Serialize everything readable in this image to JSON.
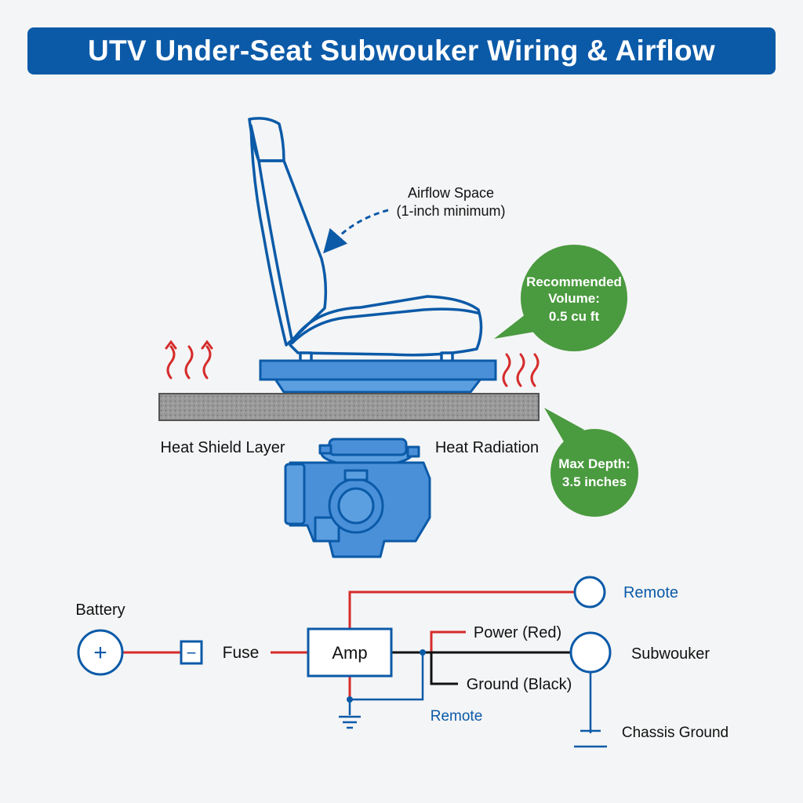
{
  "title": "UTV Under-Seat Subwouker Wiring & Airflow",
  "airflow": {
    "line1": "Airflow Space",
    "line2": "(1-inch minimum)"
  },
  "volume_bubble": {
    "line1": "Recommended",
    "line2": "Volume:",
    "line3": "0.5 cu ft"
  },
  "depth_bubble": {
    "line1": "Max Depth:",
    "line2": "3.5 inches"
  },
  "labels": {
    "heat_shield": "Heat Shield Layer",
    "heat_radiation": "Heat Radiation"
  },
  "wiring": {
    "battery": "Battery",
    "battery_symbol": "+",
    "fuse_symbol": "−",
    "fuse": "Fuse",
    "amp": "Amp",
    "remote_top": "Remote",
    "power": "Power (Red)",
    "ground": "Ground (Black)",
    "subwoofer": "Subwouker",
    "remote_bottom": "Remote",
    "chassis_ground": "Chassis Ground"
  },
  "colors": {
    "primary_blue": "#0b5aa8",
    "engine_blue": "#4a90d9",
    "bubble_green": "#4a9a3f",
    "wire_red": "#d62b2b",
    "wire_black": "#111111",
    "heat_red": "#d62b2b"
  }
}
